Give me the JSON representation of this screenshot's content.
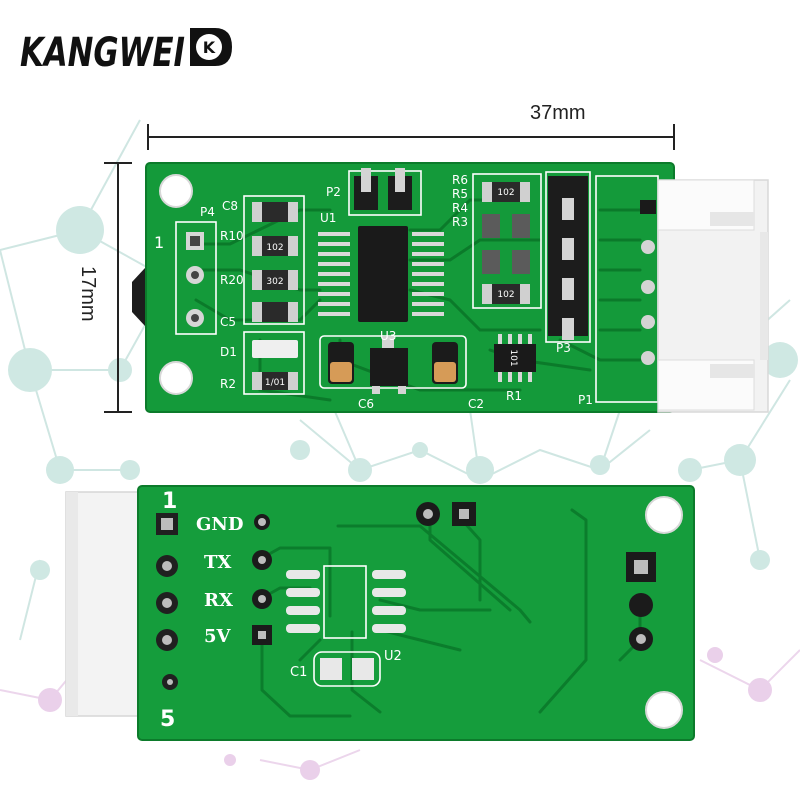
{
  "brand": {
    "name": "KANGWEI",
    "badge": "K"
  },
  "dimensions": {
    "width_label": "37mm",
    "height_label": "17mm"
  },
  "top_board": {
    "silkscreen": {
      "p4": "P4",
      "c8": "C8",
      "p2": "P2",
      "u1": "U1",
      "r6": "R6",
      "r5": "R5",
      "r4": "R4",
      "r3": "R3",
      "r10": "R10",
      "r20": "R20",
      "c5": "C5",
      "d1": "D1",
      "r2": "R2",
      "u3": "U3",
      "c6": "C6",
      "c2": "C2",
      "r1": "R1",
      "p3": "P3",
      "p1": "P1",
      "pin1": "1"
    },
    "chip_codes": {
      "r10": "102",
      "r20": "302",
      "r2": "1/01",
      "r3": "102",
      "r4": "102",
      "r1": "101"
    }
  },
  "bottom_board": {
    "pin_labels": [
      "GND",
      "TX",
      "RX",
      "5V"
    ],
    "pin_first": "1",
    "pin_last": "5",
    "silkscreen": {
      "c1": "C1",
      "u2": "U2"
    }
  },
  "colors": {
    "pcb": "#149a3a",
    "pcb_dark": "#0d7a2c",
    "trace": "#0a6f26",
    "silk": "#ffffff",
    "connector": "#f1f1f1",
    "net_teal": "#bfe0dc",
    "net_purple": "#e6c9e6"
  }
}
